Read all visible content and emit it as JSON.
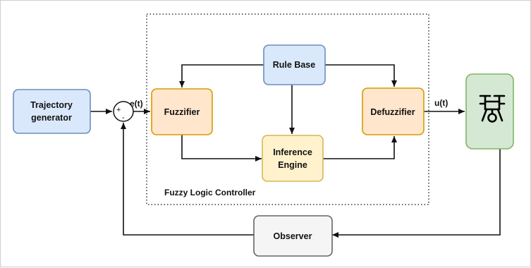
{
  "diagram": {
    "blocks": {
      "trajectory": {
        "lines": [
          "Trajectory",
          "generator"
        ],
        "fill": "#dae8fc",
        "stroke": "#6c8ebf"
      },
      "fuzzifier": {
        "lines": [
          "Fuzzifier"
        ],
        "fill": "#ffe6cc",
        "stroke": "#d79b00"
      },
      "rule_base": {
        "lines": [
          "Rule Base"
        ],
        "fill": "#dae8fc",
        "stroke": "#6c8ebf"
      },
      "inference": {
        "lines": [
          "Inference",
          "Engine"
        ],
        "fill": "#fff2cc",
        "stroke": "#d6b656"
      },
      "defuzzifier": {
        "lines": [
          "Defuzzifier"
        ],
        "fill": "#ffe6cc",
        "stroke": "#d79b00"
      },
      "observer": {
        "lines": [
          "Observer"
        ],
        "fill": "#f5f5f5",
        "stroke": "#666666"
      },
      "drone": {
        "icon": "drone-icon",
        "fill": "#d5e8d4",
        "stroke": "#82b366"
      }
    },
    "summing_junction": {
      "plus": "+",
      "minus": "-"
    },
    "signals": {
      "error": "e(t)",
      "control": "u(t)"
    },
    "controller_label": "Fuzzy Logic Controller"
  }
}
